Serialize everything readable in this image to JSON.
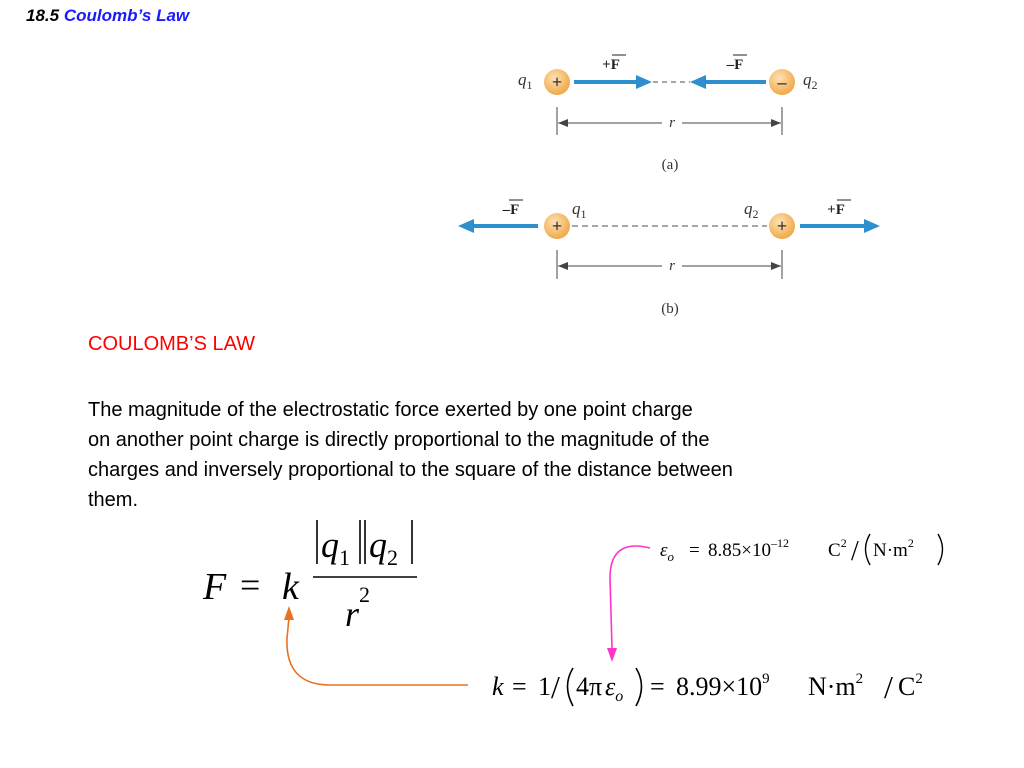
{
  "heading": {
    "number": "18.5",
    "title": "Coulomb’s Law"
  },
  "figure": {
    "panel_a": {
      "q1_label": "q",
      "q1_sub": "1",
      "q1_sign": "+",
      "q2_label": "q",
      "q2_sub": "2",
      "q2_sign": "–",
      "force_left": "+F",
      "force_right": "–F",
      "distance": "r",
      "caption": "(a)"
    },
    "panel_b": {
      "q1_label": "q",
      "q1_sub": "1",
      "q1_sign": "+",
      "q2_label": "q",
      "q2_sub": "2",
      "q2_sign": "+",
      "force_left": "–F",
      "force_right": "+F",
      "distance": "r",
      "caption": "(b)"
    },
    "colors": {
      "charge": "#f5b861",
      "arrow": "#2e8fcf",
      "dashes": "#888888"
    }
  },
  "section_title": "COULOMB’S LAW",
  "paragraph_lines": [
    "The magnitude of the electrostatic force exerted by one point charge",
    "on another point charge is directly proportional to the magnitude of the",
    "charges and inversely proportional to the square of the distance between",
    "them."
  ],
  "equations": {
    "coulomb": {
      "lhs": "F",
      "equals": "=",
      "k": "k",
      "q": "q",
      "q1_sub": "1",
      "q2_sub": "2",
      "r": "r",
      "r_exp": "2"
    },
    "epsilon": {
      "symbol": "ε",
      "sub": "o",
      "equals": "=",
      "mantissa": "8.85×10",
      "exponent": "–12",
      "unit_c": "C",
      "unit_c_exp": "2",
      "slash": "/",
      "unit_nm": "N·m",
      "unit_nm_exp": "2"
    },
    "k_const": {
      "k": "k",
      "equals": "=",
      "one": "1",
      "slash": "/",
      "four_pi": "4π",
      "eps": "ε",
      "eps_sub": "o",
      "equals2": "=",
      "mantissa": "8.99×10",
      "exponent": "9",
      "unit_nm": "N·m",
      "unit_nm_exp": "2",
      "slash2": "/",
      "unit_c": "C",
      "unit_c_exp": "2"
    }
  },
  "connector_colors": {
    "magenta": "#ff33cc",
    "orange": "#e8731e"
  }
}
